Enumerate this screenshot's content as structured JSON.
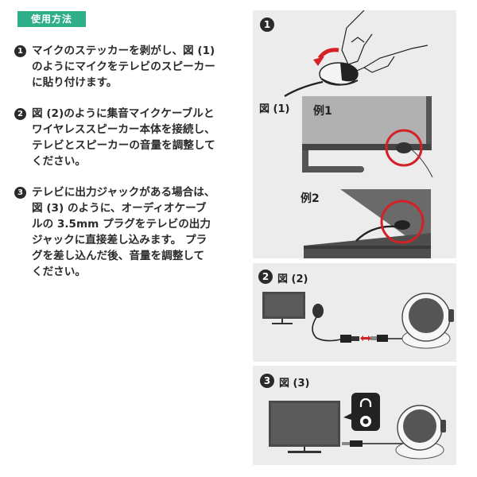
{
  "section": {
    "badge_label": "使用方法",
    "badge_color": "#2fae8a"
  },
  "steps": [
    {
      "number": "1",
      "lines": [
        "マイクのステッカーを剥がし、図 (1)",
        "のようにマイクをテレビのスピーカー",
        "に貼り付けます。"
      ]
    },
    {
      "number": "2",
      "lines": [
        "図 (2)のように集音マイクケーブルと",
        "ワイヤレススピーカー本体を接続し、",
        "テレビとスピーカーの音量を調整して",
        "ください。"
      ]
    },
    {
      "number": "3",
      "lines": [
        "テレビに出力ジャックがある場合は、",
        "図 (3) のように、オーディオケーブ",
        "ルの 3.5mm プラグをテレビの出力",
        "ジャックに直接差し込みます。 プラ",
        "グを差し込んだ後、音量を調整して",
        "ください。"
      ]
    }
  ],
  "figures": {
    "panel1": {
      "number": "1",
      "figure_label": "図 (1)",
      "example1_label": "例1",
      "example2_label": "例2"
    },
    "panel2": {
      "number": "2",
      "figure_label": "図 (2)"
    },
    "panel3": {
      "number": "3",
      "figure_label": "図 (3)"
    },
    "highlight_color": "#d42027",
    "icons": [
      "peel-sticker-hand-icon",
      "curved-arrow-icon",
      "tv-icon",
      "microphone-icon",
      "cable-connector-icon",
      "double-arrow-icon",
      "speaker-icon",
      "headphone-jack-icon"
    ]
  }
}
